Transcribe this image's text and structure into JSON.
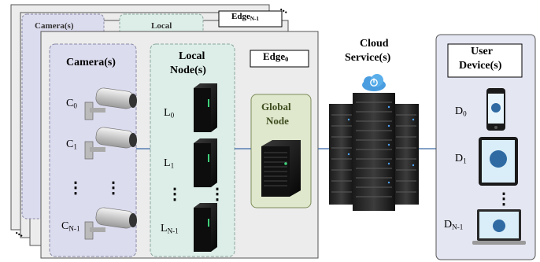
{
  "edge_cluster": {
    "back_edge_label": "Edge",
    "back_edge_sub": "N-1",
    "back_camera_label": "Camera(s)",
    "back_local_label": "Local",
    "front_edge_label": "Edge",
    "front_edge_sub": "0",
    "stack_ellipsis": "...",
    "cameras": {
      "title": "Camera(s)",
      "items": [
        {
          "label": "C",
          "sub": "0"
        },
        {
          "label": "C",
          "sub": "1"
        },
        {
          "label": "C",
          "sub": "N-1"
        }
      ],
      "ellipsis": "⋮"
    },
    "local_nodes": {
      "title_line1": "Local",
      "title_line2": "Node(s)",
      "items": [
        {
          "label": "L",
          "sub": "0"
        },
        {
          "label": "L",
          "sub": "1"
        },
        {
          "label": "L",
          "sub": "N-1"
        }
      ],
      "ellipsis": "⋮"
    },
    "global_node": {
      "title_line1": "Global",
      "title_line2": "Node"
    }
  },
  "cloud": {
    "title_line1": "Cloud",
    "title_line2": "Service(s)"
  },
  "user_devices": {
    "title_line1": "User",
    "title_line2": "Device(s)",
    "items": [
      {
        "label": "D",
        "sub": "0"
      },
      {
        "label": "D",
        "sub": "1"
      },
      {
        "label": "D",
        "sub": "N-1"
      }
    ],
    "ellipsis": "⋮"
  },
  "colors": {
    "edge_panel": "#ececec",
    "camera_panel": "#dcdcef",
    "local_panel": "#ddeee8",
    "global_panel": "#dfe7cc",
    "device_panel": "#e4e6f2",
    "connector": "#3b6aa8",
    "cloud_blue": "#4a9ee0"
  }
}
